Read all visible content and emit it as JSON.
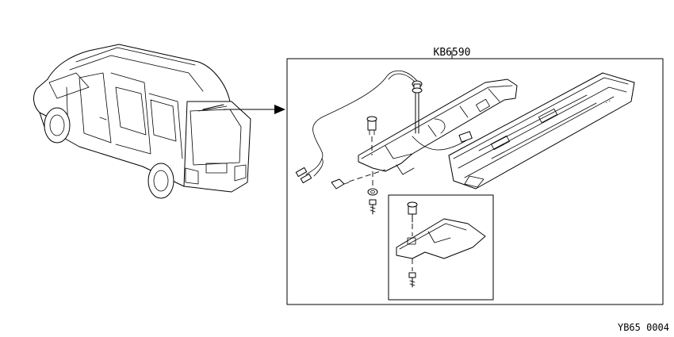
{
  "part_label": "KB6590",
  "reference_code": "YB65 0004",
  "colors": {
    "line": "#000000",
    "background": "#ffffff"
  },
  "icons": [
    "van-illustration",
    "high-mount-stop-lamp",
    "harness-connector",
    "grommet",
    "screw",
    "clip",
    "washer",
    "bolt",
    "bracket-detail-inset",
    "pointer-arrow"
  ]
}
